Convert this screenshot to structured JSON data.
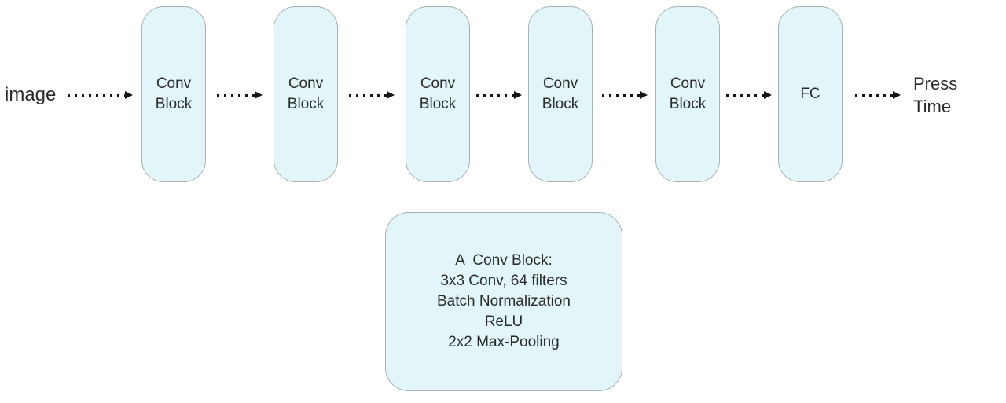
{
  "diagram": {
    "input_label": "image",
    "output_label": {
      "line1": "Press",
      "line2": "Time"
    },
    "nodes": [
      {
        "label": "Conv Block"
      },
      {
        "label": "Conv Block"
      },
      {
        "label": "Conv Block"
      },
      {
        "label": "Conv Block"
      },
      {
        "label": "Conv Block"
      },
      {
        "label": "FC"
      }
    ],
    "legend": {
      "lines": [
        "A  Conv Block:",
        "3x3 Conv, 64 filters",
        "Batch Normalization",
        "ReLU",
        "2x2 Max-Pooling"
      ]
    },
    "colors": {
      "box_fill": "#e2f6f9",
      "box_border": "#a6b2b4",
      "text": "#2b2b2b",
      "arrow": "#141414",
      "background": "#ffffff"
    }
  }
}
